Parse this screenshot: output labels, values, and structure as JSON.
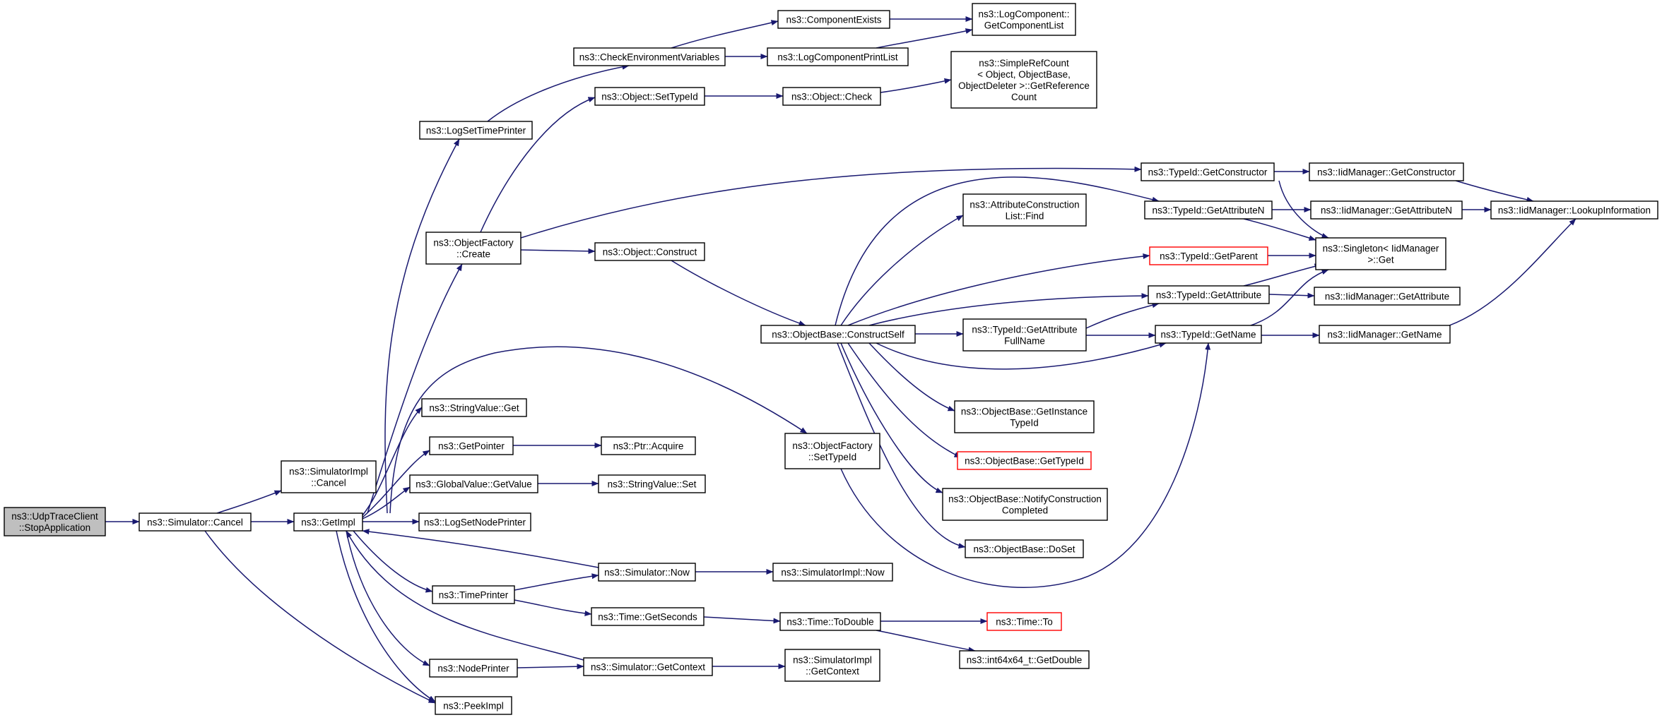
{
  "colors": {
    "edge": "#191970",
    "border": "#000000",
    "border_truncated": "#ff0000",
    "root_fill": "#bfbfbf",
    "node_fill": "#ffffff",
    "text": "#000000"
  },
  "nodes": [
    {
      "id": "root",
      "lines": [
        "ns3::UdpTraceClient",
        "::StopApplication"
      ],
      "style": "root"
    },
    {
      "id": "sim_cancel",
      "lines": [
        "ns3::Simulator::Cancel"
      ]
    },
    {
      "id": "simimpl_cancel",
      "lines": [
        "ns3::SimulatorImpl",
        "::Cancel"
      ]
    },
    {
      "id": "getimpl",
      "lines": [
        "ns3::GetImpl"
      ]
    },
    {
      "id": "peekimpl",
      "lines": [
        "ns3::PeekImpl"
      ]
    },
    {
      "id": "logsettime",
      "lines": [
        "ns3::LogSetTimePrinter"
      ]
    },
    {
      "id": "checkenv",
      "lines": [
        "ns3::CheckEnvironmentVariables"
      ]
    },
    {
      "id": "compexists",
      "lines": [
        "ns3::ComponentExists"
      ]
    },
    {
      "id": "logcomplist",
      "lines": [
        "ns3::LogComponent::",
        "GetComponentList"
      ]
    },
    {
      "id": "logcompprint",
      "lines": [
        "ns3::LogComponentPrintList"
      ]
    },
    {
      "id": "objfactory_create",
      "lines": [
        "ns3::ObjectFactory",
        "::Create"
      ]
    },
    {
      "id": "obj_settypeid",
      "lines": [
        "ns3::Object::SetTypeId"
      ]
    },
    {
      "id": "obj_check",
      "lines": [
        "ns3::Object::Check"
      ]
    },
    {
      "id": "simplerefcount",
      "lines": [
        "ns3::SimpleRefCount",
        "< Object, ObjectBase,",
        "ObjectDeleter >::GetReference",
        "Count"
      ]
    },
    {
      "id": "obj_construct",
      "lines": [
        "ns3::Object::Construct"
      ]
    },
    {
      "id": "objbase_constructself",
      "lines": [
        "ns3::ObjectBase::ConstructSelf"
      ]
    },
    {
      "id": "typeid_getconstructor",
      "lines": [
        "ns3::TypeId::GetConstructor"
      ]
    },
    {
      "id": "iid_getconstructor",
      "lines": [
        "ns3::IidManager::GetConstructor"
      ]
    },
    {
      "id": "typeid_getattributen",
      "lines": [
        "ns3::TypeId::GetAttributeN"
      ]
    },
    {
      "id": "iid_getattributen",
      "lines": [
        "ns3::IidManager::GetAttributeN"
      ]
    },
    {
      "id": "iid_lookupinfo",
      "lines": [
        "ns3::IidManager::LookupInformation"
      ]
    },
    {
      "id": "attrconstr_find",
      "lines": [
        "ns3::AttributeConstruction",
        "List::Find"
      ]
    },
    {
      "id": "typeid_getparent",
      "lines": [
        "ns3::TypeId::GetParent"
      ],
      "style": "truncated"
    },
    {
      "id": "singleton_get",
      "lines": [
        "ns3::Singleton< IidManager",
        ">::Get"
      ]
    },
    {
      "id": "typeid_getattribute",
      "lines": [
        "ns3::TypeId::GetAttribute"
      ]
    },
    {
      "id": "iid_getattribute",
      "lines": [
        "ns3::IidManager::GetAttribute"
      ]
    },
    {
      "id": "typeid_getattrfullname",
      "lines": [
        "ns3::TypeId::GetAttribute",
        "FullName"
      ]
    },
    {
      "id": "typeid_getname",
      "lines": [
        "ns3::TypeId::GetName"
      ]
    },
    {
      "id": "iid_getname",
      "lines": [
        "ns3::IidManager::GetName"
      ]
    },
    {
      "id": "objbase_getinstancetypeid",
      "lines": [
        "ns3::ObjectBase::GetInstance",
        "TypeId"
      ]
    },
    {
      "id": "objbase_gettypeid",
      "lines": [
        "ns3::ObjectBase::GetTypeId"
      ],
      "style": "truncated"
    },
    {
      "id": "objbase_notifyconstr",
      "lines": [
        "ns3::ObjectBase::NotifyConstruction",
        "Completed"
      ]
    },
    {
      "id": "objbase_doset",
      "lines": [
        "ns3::ObjectBase::DoSet"
      ]
    },
    {
      "id": "objfactory_settypeid",
      "lines": [
        "ns3::ObjectFactory",
        "::SetTypeId"
      ]
    },
    {
      "id": "stringvalue_get",
      "lines": [
        "ns3::StringValue::Get"
      ]
    },
    {
      "id": "getpointer",
      "lines": [
        "ns3::GetPointer"
      ]
    },
    {
      "id": "ptr_acquire",
      "lines": [
        "ns3::Ptr::Acquire"
      ]
    },
    {
      "id": "globalvalue_getvalue",
      "lines": [
        "ns3::GlobalValue::GetValue"
      ]
    },
    {
      "id": "stringvalue_set",
      "lines": [
        "ns3::StringValue::Set"
      ]
    },
    {
      "id": "logsetnode",
      "lines": [
        "ns3::LogSetNodePrinter"
      ]
    },
    {
      "id": "sim_now",
      "lines": [
        "ns3::Simulator::Now"
      ]
    },
    {
      "id": "simimpl_now",
      "lines": [
        "ns3::SimulatorImpl::Now"
      ]
    },
    {
      "id": "timeprinter",
      "lines": [
        "ns3::TimePrinter"
      ]
    },
    {
      "id": "time_getseconds",
      "lines": [
        "ns3::Time::GetSeconds"
      ]
    },
    {
      "id": "time_todouble",
      "lines": [
        "ns3::Time::ToDouble"
      ]
    },
    {
      "id": "time_to",
      "lines": [
        "ns3::Time::To"
      ],
      "style": "truncated"
    },
    {
      "id": "int64_getdouble",
      "lines": [
        "ns3::int64x64_t::GetDouble"
      ]
    },
    {
      "id": "nodeprinter",
      "lines": [
        "ns3::NodePrinter"
      ]
    },
    {
      "id": "sim_getcontext",
      "lines": [
        "ns3::Simulator::GetContext"
      ]
    },
    {
      "id": "simimpl_getcontext",
      "lines": [
        "ns3::SimulatorImpl",
        "::GetContext"
      ]
    }
  ]
}
